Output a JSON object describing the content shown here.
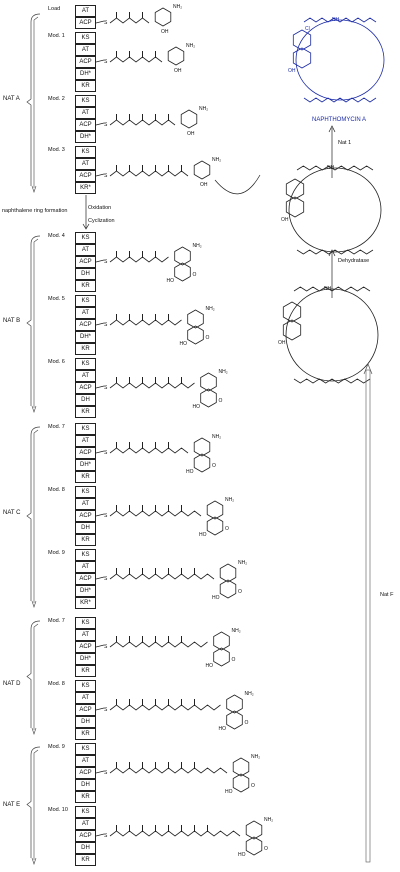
{
  "nat_modules": [
    {
      "name": "NAT A",
      "mods": [
        {
          "label": "Load",
          "domains": [
            "AT",
            "ACP"
          ]
        },
        {
          "label": "Mod. 1",
          "domains": [
            "KS",
            "AT",
            "ACP",
            "DH*",
            "KR"
          ]
        },
        {
          "label": "Mod. 2",
          "domains": [
            "KS",
            "AT",
            "ACP",
            "DH*"
          ]
        },
        {
          "label": "Mod. 3",
          "domains": [
            "KS",
            "AT",
            "ACP",
            "KR*"
          ]
        }
      ]
    },
    {
      "name": "NAT B",
      "mods": [
        {
          "label": "Mod. 4",
          "domains": [
            "KS",
            "AT",
            "ACP",
            "DH",
            "KR"
          ]
        },
        {
          "label": "Mod. 5",
          "domains": [
            "KS",
            "AT",
            "ACP",
            "DH*",
            "KR"
          ]
        },
        {
          "label": "Mod. 6",
          "domains": [
            "KS",
            "AT",
            "ACP",
            "DH",
            "KR"
          ]
        }
      ]
    },
    {
      "name": "NAT C",
      "mods": [
        {
          "label": "Mod. 7",
          "domains": [
            "KS",
            "AT",
            "ACP",
            "DH*",
            "KR"
          ]
        },
        {
          "label": "Mod. 8",
          "domains": [
            "KS",
            "AT",
            "ACP",
            "DH",
            "KR"
          ]
        },
        {
          "label": "Mod. 9",
          "domains": [
            "KS",
            "AT",
            "ACP",
            "DH*",
            "KR*"
          ]
        }
      ]
    },
    {
      "name": "NAT D",
      "mods": [
        {
          "label": "Mod. 7",
          "domains": [
            "KS",
            "AT",
            "ACP",
            "DH*",
            "KR"
          ]
        },
        {
          "label": "Mod. 8",
          "domains": [
            "KS",
            "AT",
            "ACP",
            "DH",
            "KR"
          ]
        }
      ]
    },
    {
      "name": "NAT E",
      "mods": [
        {
          "label": "Mod. 9",
          "domains": [
            "KS",
            "AT",
            "ACP",
            "DH",
            "KR"
          ]
        },
        {
          "label": "Mod. 10",
          "domains": [
            "KS",
            "AT",
            "ACP",
            "DH",
            "KR"
          ]
        }
      ]
    }
  ],
  "labels": {
    "oxidation": "Oxidation",
    "naphthalene": "naphthalene ring formation",
    "cyclization": "Cyclization",
    "dehydratase": "Dehydratase",
    "nat1": "Nat 1",
    "natF": "Nat F",
    "product": "NAPHTHOMYCIN A",
    "amine": "NH₂",
    "oh": "OH",
    "s": "S",
    "o": "O",
    "nh": "NH",
    "cl": "Cl",
    "ho": "HO"
  },
  "colors": {
    "product": "#1a2aa8",
    "line": "#222222"
  }
}
